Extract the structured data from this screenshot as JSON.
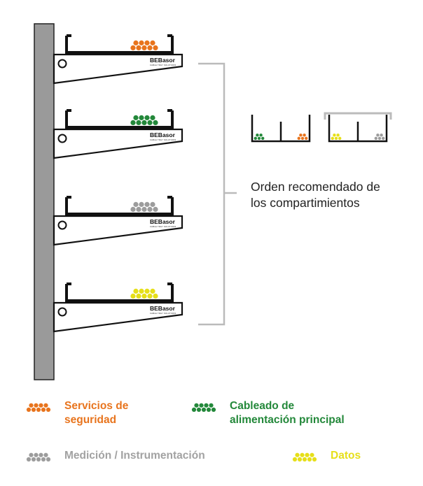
{
  "brand": {
    "logo_text": "BEBasor",
    "logo_tagline": "CABLE TRAY SOLUTIONS"
  },
  "note": "Orden recomendado de\nlos compartimientos",
  "categories": [
    {
      "key": "security",
      "label": "Servicios de\nseguridad",
      "color": "#E8741D"
    },
    {
      "key": "power",
      "label": "Cableado de\nalimentación principal",
      "color": "#23883A"
    },
    {
      "key": "measurement",
      "label": "Medición / Instrumentación",
      "color": "#9C9C9C"
    },
    {
      "key": "data",
      "label": "Datos",
      "color": "#E6DF19"
    }
  ],
  "trays": [
    {
      "category": "security"
    },
    {
      "category": "power"
    },
    {
      "category": "measurement"
    },
    {
      "category": "data"
    }
  ],
  "compartment_trays": [
    {
      "left": "power",
      "right": "security"
    },
    {
      "left": "data",
      "right": "measurement"
    }
  ],
  "colors": {
    "column": "#9A9A9A",
    "ink": "#111111",
    "bracket": "#BBBBBB"
  }
}
